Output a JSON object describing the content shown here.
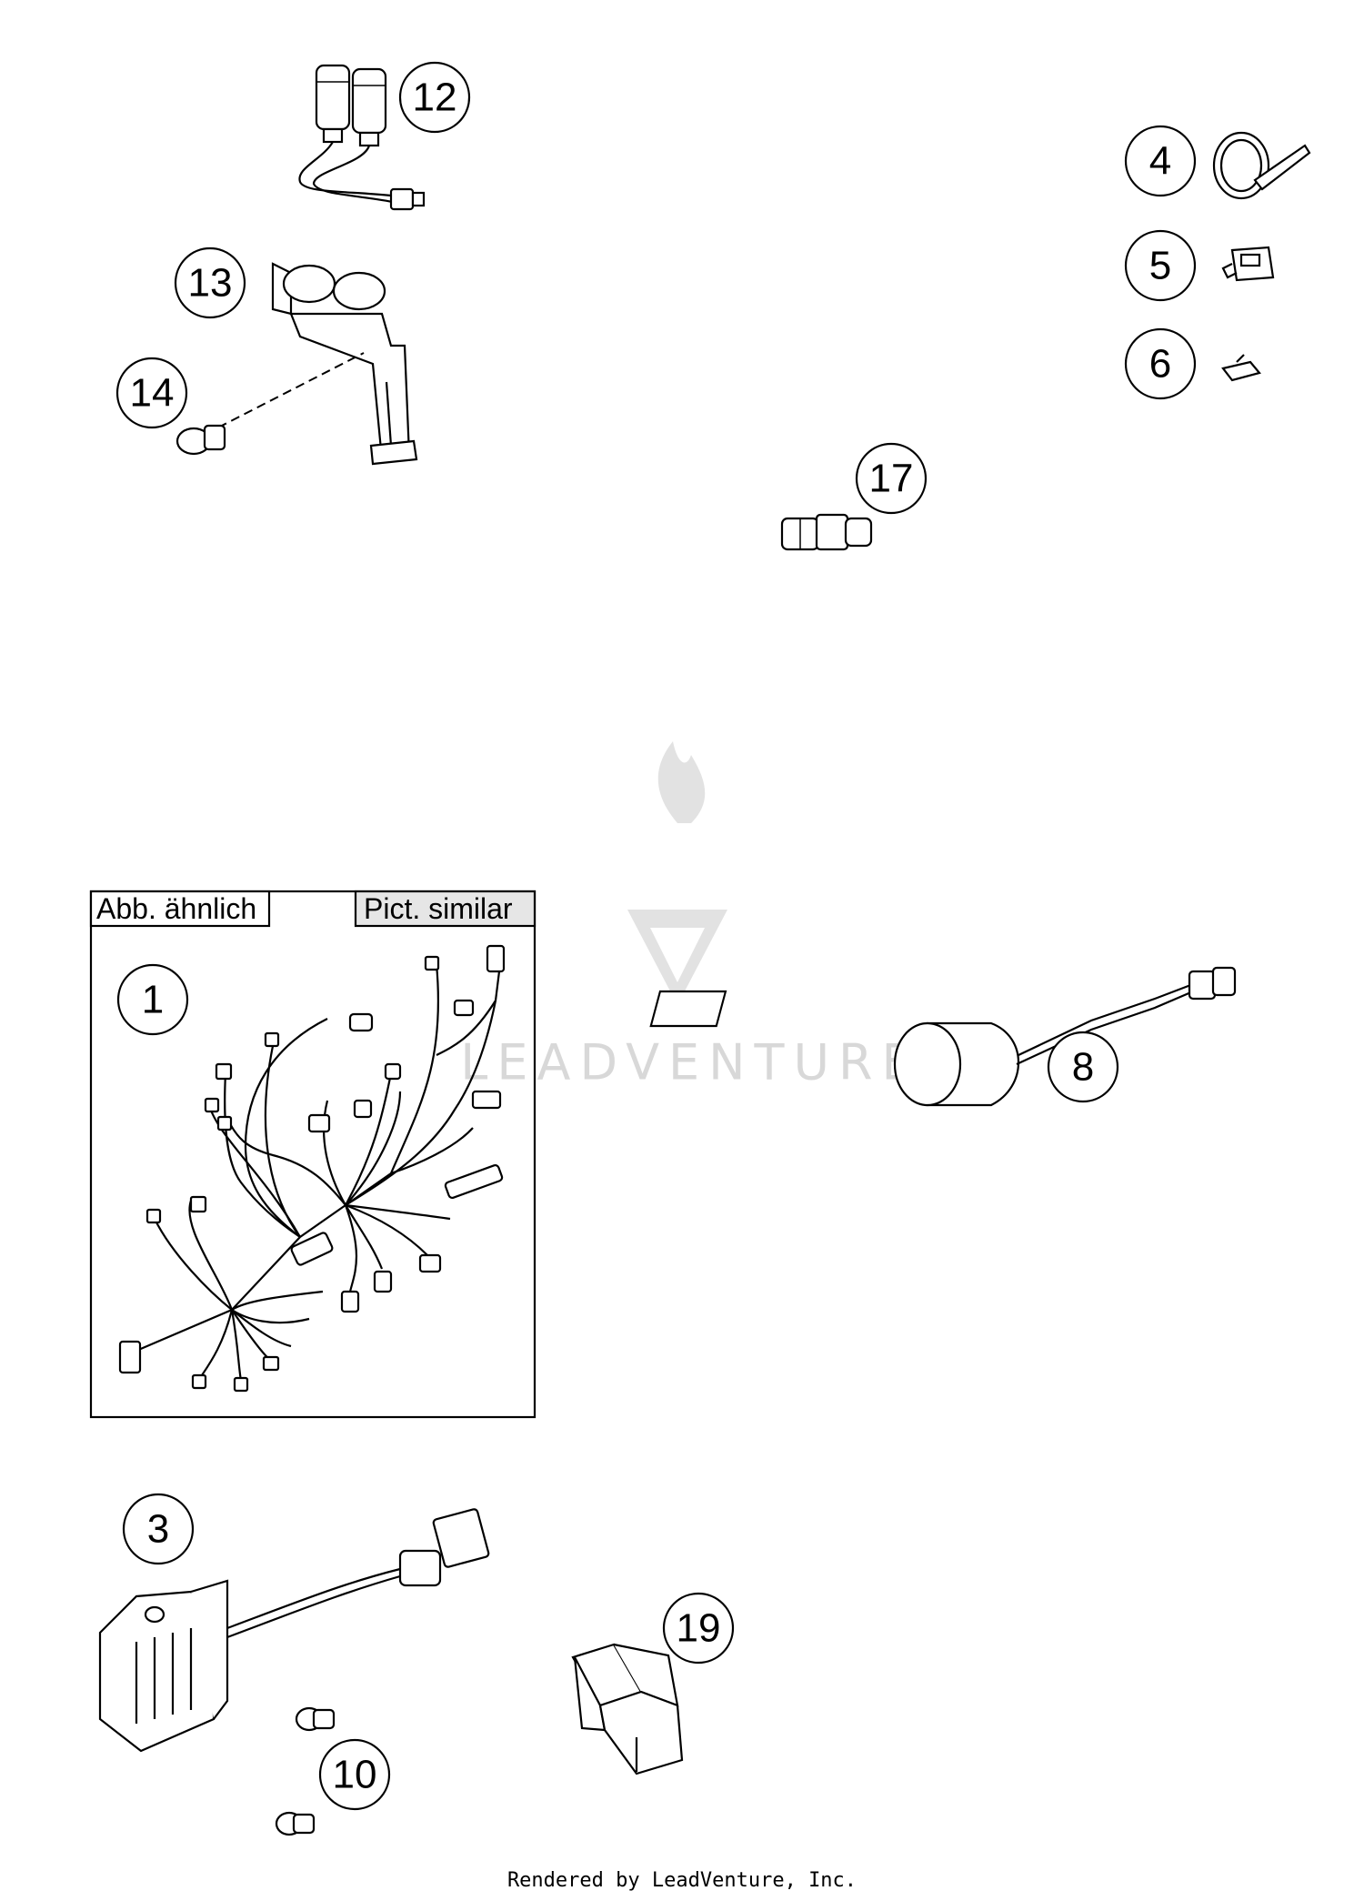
{
  "diagram": {
    "callouts": {
      "c12": "12",
      "c13": "13",
      "c14": "14",
      "c4": "4",
      "c5": "5",
      "c6": "6",
      "c17": "17",
      "c1": "1",
      "c8": "8",
      "c3": "3",
      "c10": "10",
      "c19": "19"
    },
    "labels": {
      "similar_de": "Abb. ähnlich",
      "similar_en": "Pict. similar"
    },
    "watermark": {
      "text": "LEADVENTURE"
    }
  },
  "footer": {
    "text": "Rendered by LeadVenture, Inc."
  }
}
